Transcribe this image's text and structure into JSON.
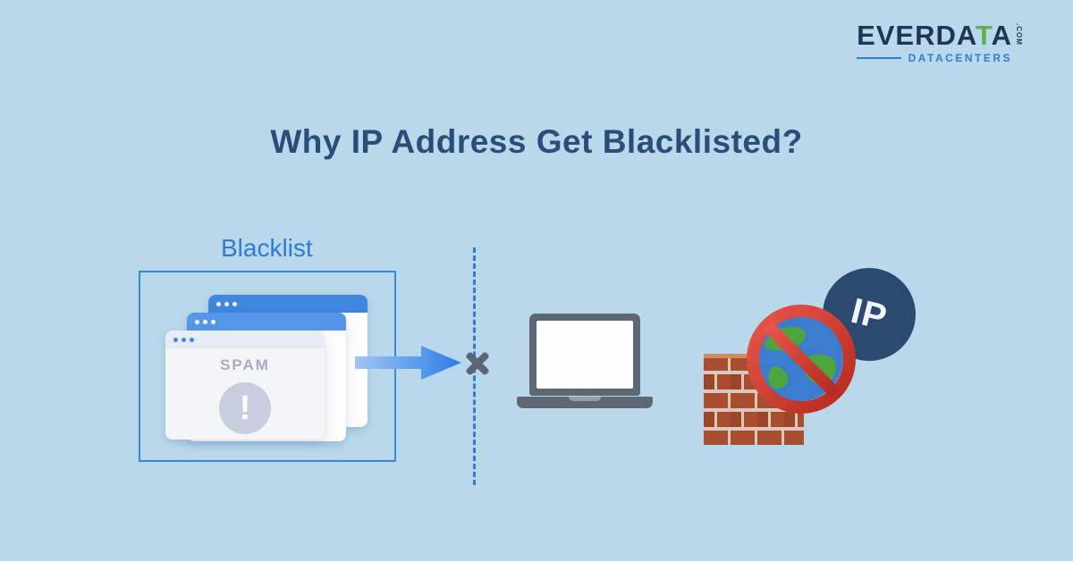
{
  "logo": {
    "name_part1": "EVERDA",
    "name_accent": "T",
    "name_part2": "A",
    "tld": ".COM",
    "tagline": "DATACENTERS"
  },
  "title": {
    "text": "Why IP Address Get Blacklisted?"
  },
  "blacklist": {
    "label": "Blacklist",
    "spam_label": "SPAM",
    "exclamation_glyph": "!"
  },
  "ip_badge": {
    "text": "IP"
  },
  "icons": {
    "arrow": "right-arrow-icon",
    "blocked": "cross-icon",
    "laptop": "laptop-icon",
    "globe": "globe-icon",
    "prohibition": "no-sign-icon",
    "brick_wall": "brick-wall-icon",
    "exclamation": "exclamation-icon",
    "window_dots": "window-dots-icon"
  },
  "colors": {
    "background": "#b9d8ec",
    "accent_blue": "#2e7cd6",
    "title_navy": "#2b4e78",
    "logo_navy": "#1e3557",
    "logo_green": "#5cb044",
    "window_bar_blue": "#3f86e0",
    "arrow_blue": "#2e7ce8",
    "cross_gray": "#5c6575",
    "laptop_gray": "#5d6873",
    "brick_red": "#a84e2e",
    "mortar_tan": "#d9c8bb",
    "globe_blue": "#3c7ccf",
    "globe_green": "#4da53e",
    "sign_red": "#cf3a2b",
    "ip_navy": "#2c4a70"
  }
}
